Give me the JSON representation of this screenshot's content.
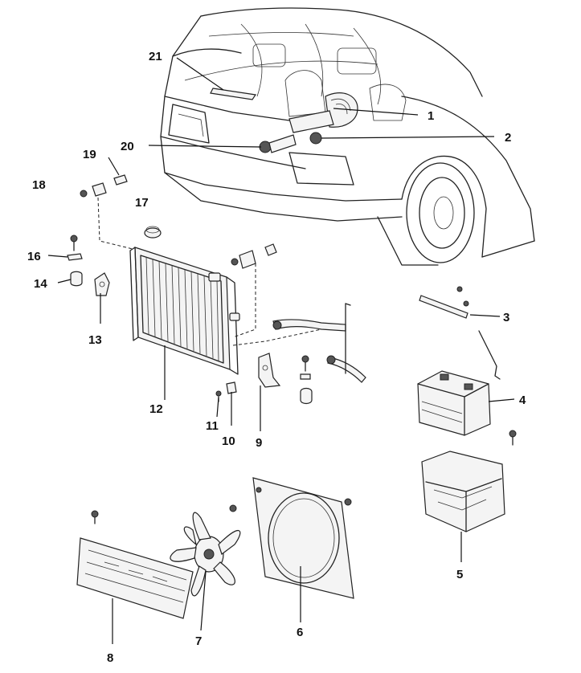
{
  "callouts": [
    {
      "id": "1",
      "text": "1"
    },
    {
      "id": "2",
      "text": "2"
    },
    {
      "id": "3",
      "text": "3"
    },
    {
      "id": "4",
      "text": "4"
    },
    {
      "id": "5",
      "text": "5"
    },
    {
      "id": "6",
      "text": "6"
    },
    {
      "id": "7",
      "text": "7"
    },
    {
      "id": "8",
      "text": "8"
    },
    {
      "id": "9",
      "text": "9"
    },
    {
      "id": "10",
      "text": "10"
    },
    {
      "id": "11",
      "text": "11"
    },
    {
      "id": "12",
      "text": "12"
    },
    {
      "id": "13",
      "text": "13"
    },
    {
      "id": "14",
      "text": "14"
    },
    {
      "id": "16",
      "text": "16"
    },
    {
      "id": "17",
      "text": "17"
    },
    {
      "id": "18",
      "text": "18"
    },
    {
      "id": "19",
      "text": "19"
    },
    {
      "id": "20",
      "text": "20"
    },
    {
      "id": "21",
      "text": "21"
    }
  ]
}
